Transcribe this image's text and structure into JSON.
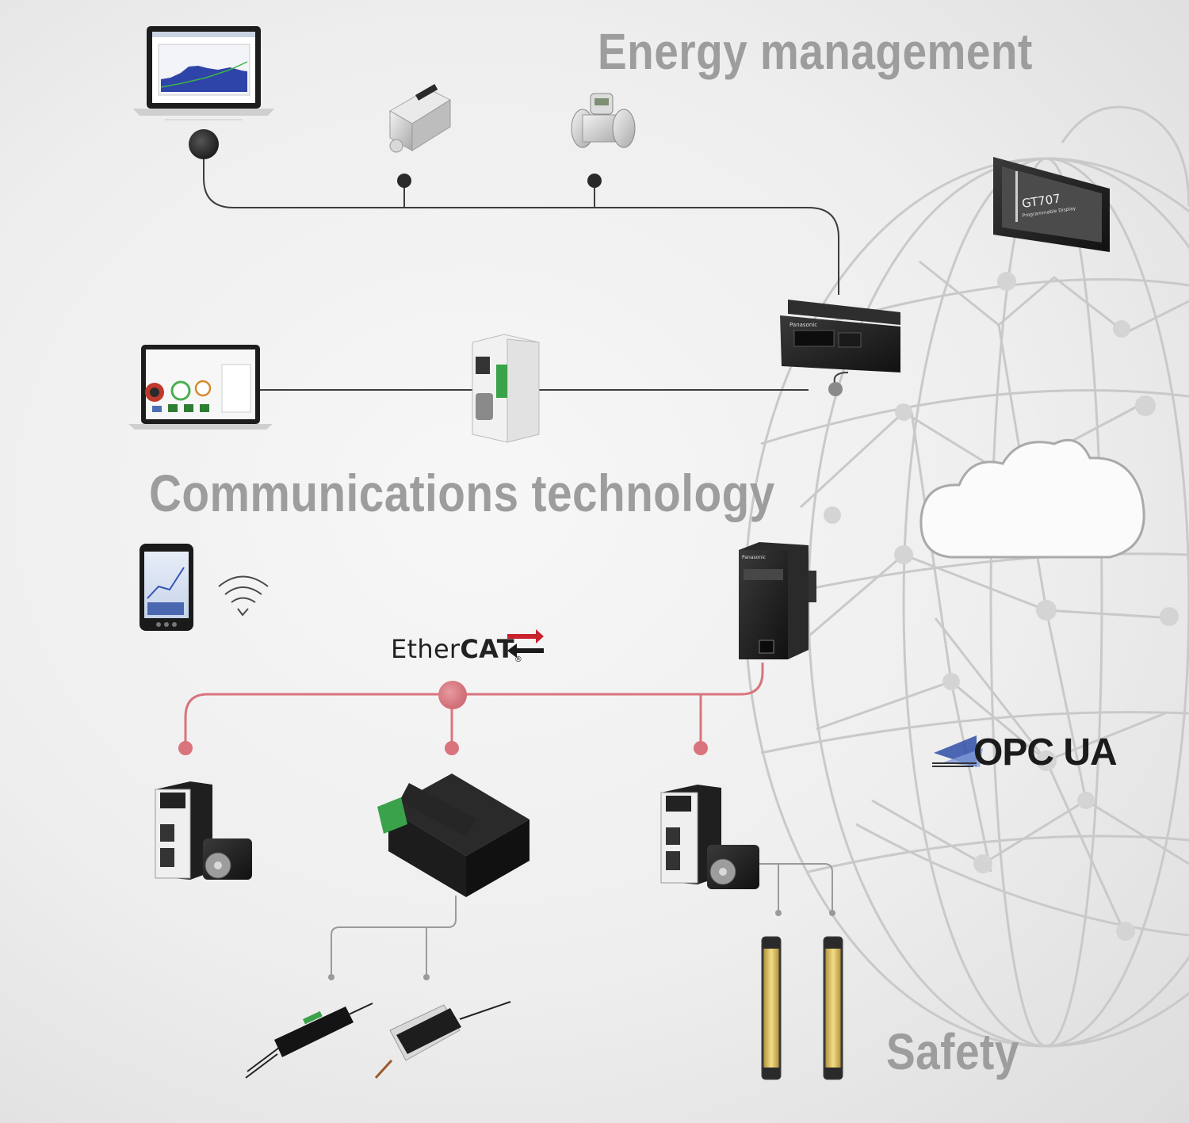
{
  "headings": {
    "energy": "Energy management",
    "communications": "Communications technology",
    "safety": "Safety"
  },
  "logos": {
    "ethercat_light": "Ether",
    "ethercat_bold": "CAT",
    "ethercat_reg": "®",
    "opcua": "OPC UA"
  },
  "devices": {
    "hmi_model": "GT707",
    "hmi_subtitle": "Programmable Display",
    "brand": "Panasonic"
  },
  "colors": {
    "network_gray": "#3d3d3d",
    "ethercat_line": "#d9747c",
    "heading_text": "#9d9d9d",
    "globe_lines": "#c9c9c9"
  }
}
